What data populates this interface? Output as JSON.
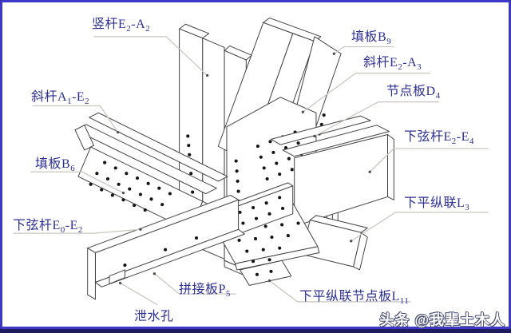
{
  "colors": {
    "label_text": "#2d2f92",
    "leader": "#c9c6bf",
    "line": "#3f3f3f",
    "hole": "#151515",
    "border": "#3d38c8",
    "bottom_band": "#201a5e",
    "background": "#ffffff"
  },
  "labels": [
    {
      "name": "vertical-rod-e2-a2",
      "t1": "竖杆E",
      "s1": "2",
      "t2": "-A",
      "s2": "2"
    },
    {
      "name": "filler-plate-b9",
      "t1": "填板B",
      "s1": "9",
      "t2": "",
      "s2": ""
    },
    {
      "name": "diagonal-rod-e2-a3",
      "t1": "斜杆E",
      "s1": "2",
      "t2": "-A",
      "s2": "3"
    },
    {
      "name": "gusset-plate-d4",
      "t1": "节点板D",
      "s1": "4",
      "t2": "",
      "s2": ""
    },
    {
      "name": "lower-chord-e2-e4",
      "t1": "下弦杆E",
      "s1": "2",
      "t2": "-E",
      "s2": "4"
    },
    {
      "name": "lower-lateral-bracing-l3",
      "t1": "下平纵联L",
      "s1": "3",
      "t2": "",
      "s2": ""
    },
    {
      "name": "diagonal-rod-a1-e2",
      "t1": "斜杆A",
      "s1": "1",
      "t2": "-E",
      "s2": "2"
    },
    {
      "name": "filler-plate-b6",
      "t1": "填板B",
      "s1": "6",
      "t2": "",
      "s2": ""
    },
    {
      "name": "lower-chord-e0-e2",
      "t1": "下弦杆E",
      "s1": "0",
      "t2": "-E",
      "s2": "2"
    },
    {
      "name": "drain-hole",
      "t1": "泄水孔",
      "s1": "",
      "t2": "",
      "s2": ""
    },
    {
      "name": "splice-plate-p5",
      "t1": "拼接板P",
      "s1": "5",
      "t2": "",
      "s2": ""
    },
    {
      "name": "lower-lateral-gusset-plate-l11",
      "t1": "下平纵联节点板L",
      "s1": "11",
      "t2": "",
      "s2": ""
    }
  ],
  "watermark": {
    "text": "头条 @我辈土木人"
  }
}
